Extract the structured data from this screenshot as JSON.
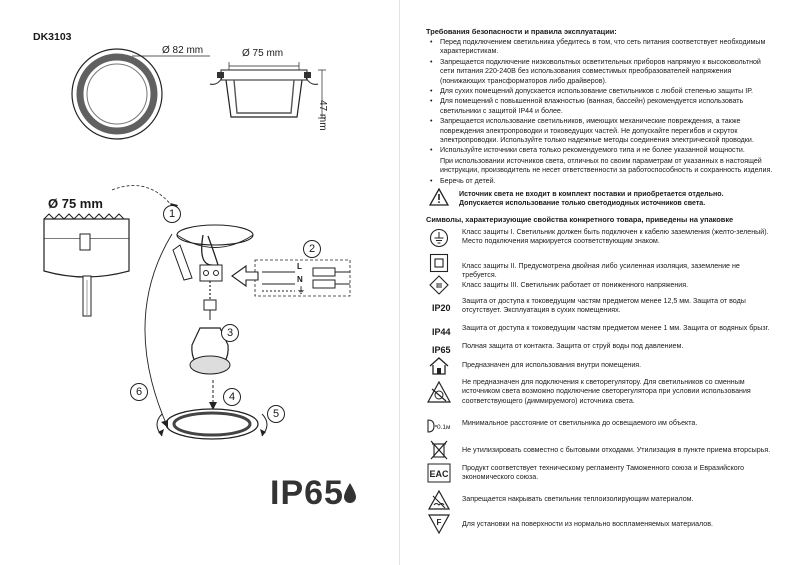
{
  "left": {
    "model": "DK3103",
    "dim_outer": "Ø 82 mm",
    "dim_inner": "Ø 75 mm",
    "dim_height": "47 mm",
    "hole_dim": "Ø 75 mm",
    "steps": [
      "1",
      "2",
      "3",
      "4",
      "5",
      "6"
    ],
    "wires": [
      "L",
      "N",
      "⏚"
    ],
    "ip_badge": "IP65"
  },
  "right": {
    "req_title": "Требования безопасности и правила эксплуатации:",
    "req_items": [
      "Перед подключением светильника убедитесь в том, что сеть питания соответствует необходимым характеристикам.",
      "Запрещается подключение низковольтных осветительных приборов напрямую к высоковольтной сети питания 220-240В без использования совместимых преобразователей напряжения (понижающих трансформаторов либо драйверов).",
      "Для сухих помещений допускается использование светильников с любой степенью защиты IP.",
      "Для помещений с повышенной влажностью (ванная, бассейн) рекомендуется использовать светильники с защитой IP44 и более.",
      "Запрещается использование светильников, имеющих механические повреждения, а также повреждения электропроводки и токоведущих частей. Не допускайте перегибов и скруток электропроводки. Используйте только надежные методы соединения электрической проводки.",
      "Используйте источники света только рекомендуемого типа и не более указанной мощности."
    ],
    "req_note": "При использовании источников света, отличных по своим параметрам от указанных в настоящей инструкции, производитель не несет ответственности за работоспособность и сохранность изделия.",
    "req_last": "Беречь от детей.",
    "warning_line1": "Источник света не входит в комплект поставки и приобретается отдельно.",
    "warning_line2": "Допускается использование только светодиодных источников света.",
    "symbols_title": "Символы, характеризующие свойства конкретного товара, приведены на упаковке",
    "symbols": [
      {
        "icon": "class-1-ground-icon",
        "text": "Класс защиты I. Светильник должен быть подключен к кабелю заземления (желто-зеленый). Место подключения маркируется соответствующим знаком."
      },
      {
        "icon": "class-2-double-insulation-icon",
        "text": "Класс защиты II. Предусмотрена двойная либо усиленная изоляция, заземление не требуется."
      },
      {
        "icon": "class-3-low-voltage-icon",
        "text": "Класс защиты III. Светильник работает от пониженного напряжения."
      },
      {
        "label": "IP20",
        "text": "Защита от доступа к токоведущим частям предметом менее 12,5 мм. Защита от воды отсутствует. Эксплуатация в сухих помещениях."
      },
      {
        "label": "IP44",
        "text": "Защита от доступа к токоведущим частям предметом менее 1 мм. Защита от водяных брызг."
      },
      {
        "label": "IP65",
        "text": "Полная защита от контакта. Защита от струй воды под давлением."
      },
      {
        "icon": "indoor-house-icon",
        "text": "Предназначен для использования внутри помещения."
      },
      {
        "icon": "no-dimmer-icon",
        "text": "Не предназначен для подключения к светорегулятору. Для светильников со сменным источником света возможно подключение светорегулятора при условии использования соответствующего (диммируемого) источника света."
      },
      {
        "icon": "min-distance-icon",
        "icon_text": "0.1м",
        "text": "Минимальное расстояние от светильника до освещаемого им объекта."
      },
      {
        "icon": "no-household-waste-icon",
        "text": "Не утилизировать совместно с бытовыми отходами. Утилизация в пункте приема вторсырья."
      },
      {
        "icon": "eac-mark-icon",
        "icon_text": "EAC",
        "text": "Продукт соответствует техническому регламенту Таможенного союза и Евразийского экономического союза."
      },
      {
        "icon": "no-insulation-cover-icon",
        "text": "Запрещается накрывать светильник теплоизолирующим материалом."
      },
      {
        "icon": "f-mark-icon",
        "icon_text": "F",
        "text": "Для установки на поверхности из нормально воспламеняемых материалов."
      }
    ]
  }
}
